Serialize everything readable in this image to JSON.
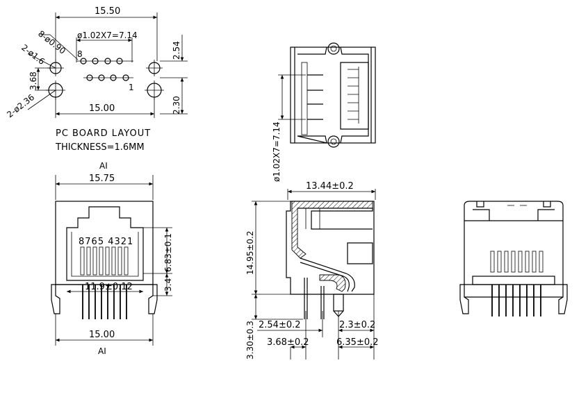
{
  "top_view": {
    "dim_width": "15.50",
    "dim_pin_pitch": "ø1.02X7=7.14",
    "dim_pin_holes": "8-ø0.90",
    "dim_small_holes": "2-ø1.6",
    "dim_large_holes": "2-ø2.36",
    "dim_pitch_top": "2.54",
    "dim_height_left": "3.68",
    "dim_pitch_bottom": "2.30",
    "dim_span": "15.00",
    "pin_label_top": "8",
    "pin_label_bottom": "1",
    "layout_title": "PC BOARD LAYOUT",
    "thickness": "THICKNESS=1.6MM"
  },
  "front_view": {
    "section_top": "AI",
    "dim_width": "15.75",
    "pin_numbers": "8765 4321",
    "dim_height": "6.83±0.1",
    "dim_inner": "11.9±0.12",
    "dim_side": "3.4",
    "dim_span": "15.00",
    "section_bottom": "AI"
  },
  "side_top_view": {
    "dim_pitch": "ø1.02X7=7.14"
  },
  "section_view": {
    "dim_depth": "13.44±0.2",
    "dim_height": "14.95±0.2",
    "dim_a": "2.54±0.2",
    "dim_b": "2.3±0.2",
    "dim_c": "3.68±0.2",
    "dim_d": "6.35±0.2",
    "dim_pin": "3.30±0.3"
  }
}
